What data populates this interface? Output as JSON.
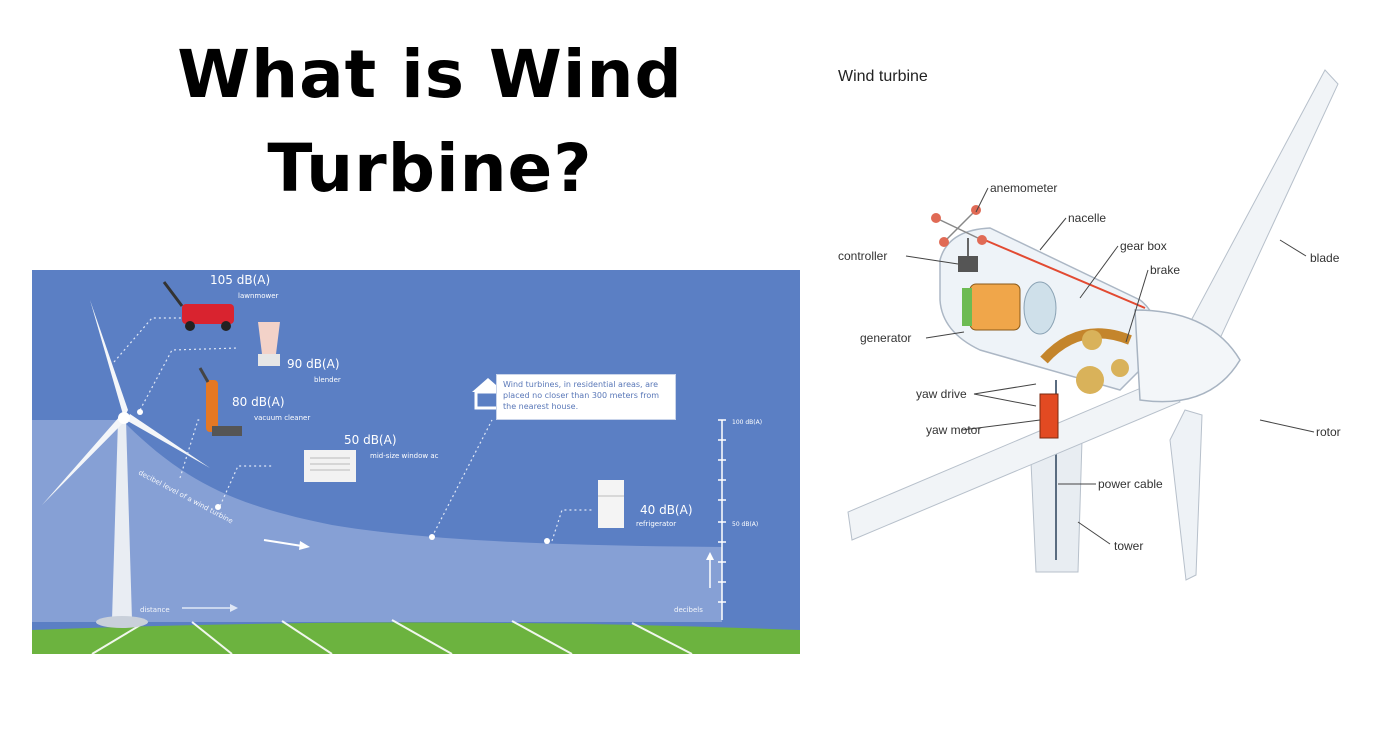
{
  "title": {
    "line1": "What is Wind",
    "line2": "Turbine?"
  },
  "noise_panel": {
    "items": [
      {
        "level": "105 dB(A)",
        "name": "lawnmower"
      },
      {
        "level": "90 dB(A)",
        "name": "blender"
      },
      {
        "level": "80 dB(A)",
        "name": "vacuum cleaner"
      },
      {
        "level": "50 dB(A)",
        "name": "mid-size window ac"
      },
      {
        "level": "40 dB(A)",
        "name": "refrigerator"
      }
    ],
    "callout": "Wind turbines, in residential areas, are placed no closer than 300 meters from the nearest house.",
    "scale_top": "100 dB(A)",
    "scale_mid": "50 dB(A)",
    "curve_label": "decibel level of a wind turbine",
    "x_label": "distance",
    "y_label": "decibels"
  },
  "diagram": {
    "title": "Wind turbine",
    "labels": {
      "anemometer": "anemometer",
      "nacelle": "nacelle",
      "controller": "controller",
      "gear_box": "gear box",
      "brake": "brake",
      "blade": "blade",
      "generator": "generator",
      "yaw_drive": "yaw drive",
      "yaw_motor": "yaw motor",
      "rotor": "rotor",
      "power_cable": "power cable",
      "tower": "tower"
    }
  },
  "colors": {
    "sky": "#5b7fc4",
    "grass": "#6cb33f",
    "curve": "#8ea6d8"
  }
}
